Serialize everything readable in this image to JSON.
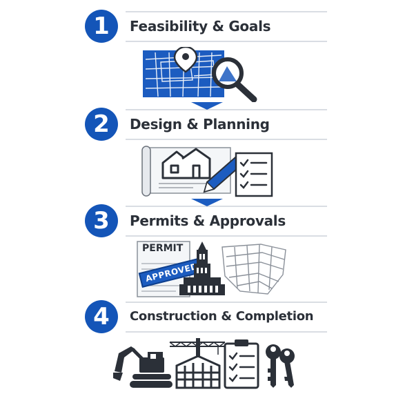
{
  "steps": [
    {
      "number": "1",
      "title": "Feasibility & Goals"
    },
    {
      "number": "2",
      "title": "Design & Planning"
    },
    {
      "number": "3",
      "title": "Permits & Approvals"
    },
    {
      "number": "4",
      "title": "Construction & Completion"
    }
  ],
  "labels": {
    "permit": "PERMIT",
    "approved": "APPROVED"
  },
  "colors": {
    "badge": "#1455b8",
    "accent_blue": "#1c5cc0",
    "dark": "#2b3038"
  },
  "icons": [
    "site-map-icon",
    "location-pin-icon",
    "magnifier-icon",
    "blueprint-scroll-icon",
    "house-icon",
    "pencil-icon",
    "checklist-icon",
    "permit-document-icon",
    "approved-stamp-icon",
    "city-hall-icon",
    "street-grid-map-icon",
    "excavator-icon",
    "crane-icon",
    "building-frame-icon",
    "clipboard-checklist-icon",
    "keys-icon"
  ]
}
